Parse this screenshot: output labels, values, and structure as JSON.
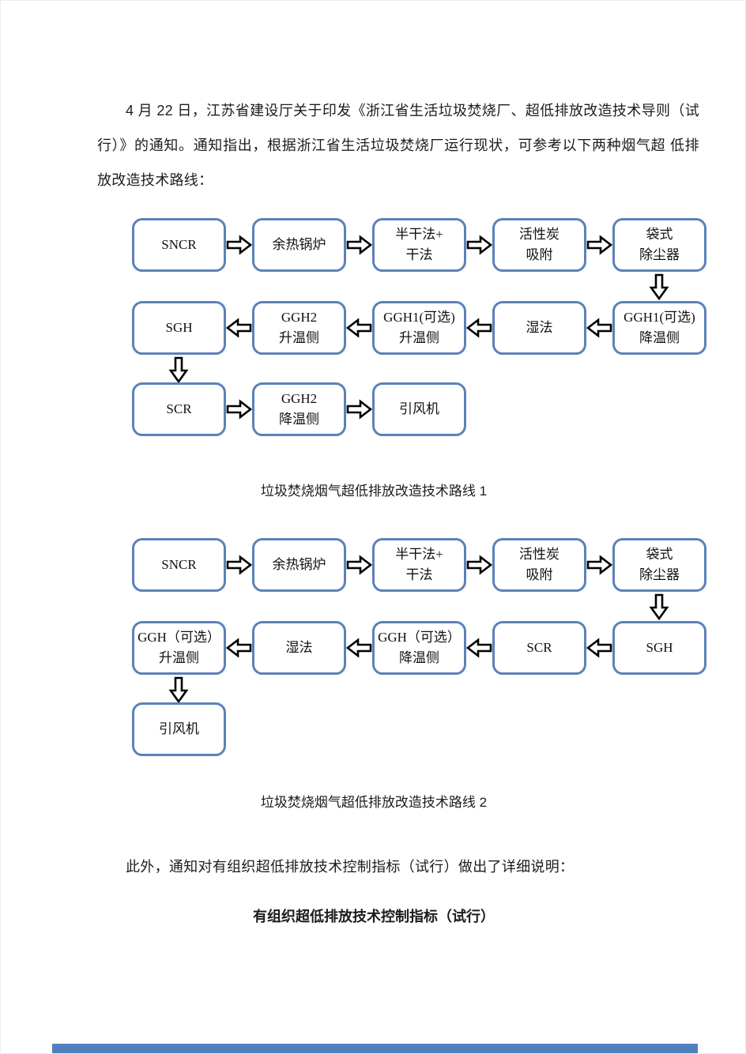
{
  "page": {
    "intro_paragraph": "4 月 22 日，江苏省建设厅关于印发《浙江省生活垃圾焚烧厂、超低排放改造技术导则（试行）》的通知。通知指出，根据浙江省生活垃圾焚烧厂运行现状，可参考以下两种烟气超 低排放改造技术路线：",
    "note_paragraph": "此外，通知对有组织超低排放技术控制指标（试行）做出了详细说明：",
    "section_heading": "有组织超低排放技术控制指标（试行）"
  },
  "colors": {
    "box_border": "#5b82b7",
    "arrow_outline": "#000000",
    "table_bar": "#4f81bd",
    "text": "#1c1c1c"
  },
  "flowchart1": {
    "caption": "垃圾焚烧烟气超低排放改造技术路线 1",
    "r1": [
      {
        "l1": "SNCR",
        "l2": ""
      },
      {
        "l1": "余热锅炉",
        "l2": ""
      },
      {
        "l1": "半干法+",
        "l2": "干法"
      },
      {
        "l1": "活性炭",
        "l2": "吸附"
      },
      {
        "l1": "袋式",
        "l2": "除尘器"
      }
    ],
    "r2": [
      {
        "l1": "SGH",
        "l2": ""
      },
      {
        "l1": "GGH2",
        "l2": "升温侧"
      },
      {
        "l1": "GGH1(可选)",
        "l2": "升温侧"
      },
      {
        "l1": "湿法",
        "l2": ""
      },
      {
        "l1": "GGH1(可选)",
        "l2": "降温侧"
      }
    ],
    "r3": [
      {
        "l1": "SCR",
        "l2": ""
      },
      {
        "l1": "GGH2",
        "l2": "降温侧"
      },
      {
        "l1": "引风机",
        "l2": ""
      }
    ]
  },
  "flowchart2": {
    "caption": "垃圾焚烧烟气超低排放改造技术路线 2",
    "r1": [
      {
        "l1": "SNCR",
        "l2": ""
      },
      {
        "l1": "余热锅炉",
        "l2": ""
      },
      {
        "l1": "半干法+",
        "l2": "干法"
      },
      {
        "l1": "活性炭",
        "l2": "吸附"
      },
      {
        "l1": "袋式",
        "l2": "除尘器"
      }
    ],
    "r2": [
      {
        "l1": "GGH（可选）",
        "l2": "升温侧"
      },
      {
        "l1": "湿法",
        "l2": ""
      },
      {
        "l1": "GGH（可选）",
        "l2": "降温侧"
      },
      {
        "l1": "SCR",
        "l2": ""
      },
      {
        "l1": "SGH",
        "l2": ""
      }
    ],
    "r3": [
      {
        "l1": "引风机",
        "l2": ""
      }
    ]
  }
}
